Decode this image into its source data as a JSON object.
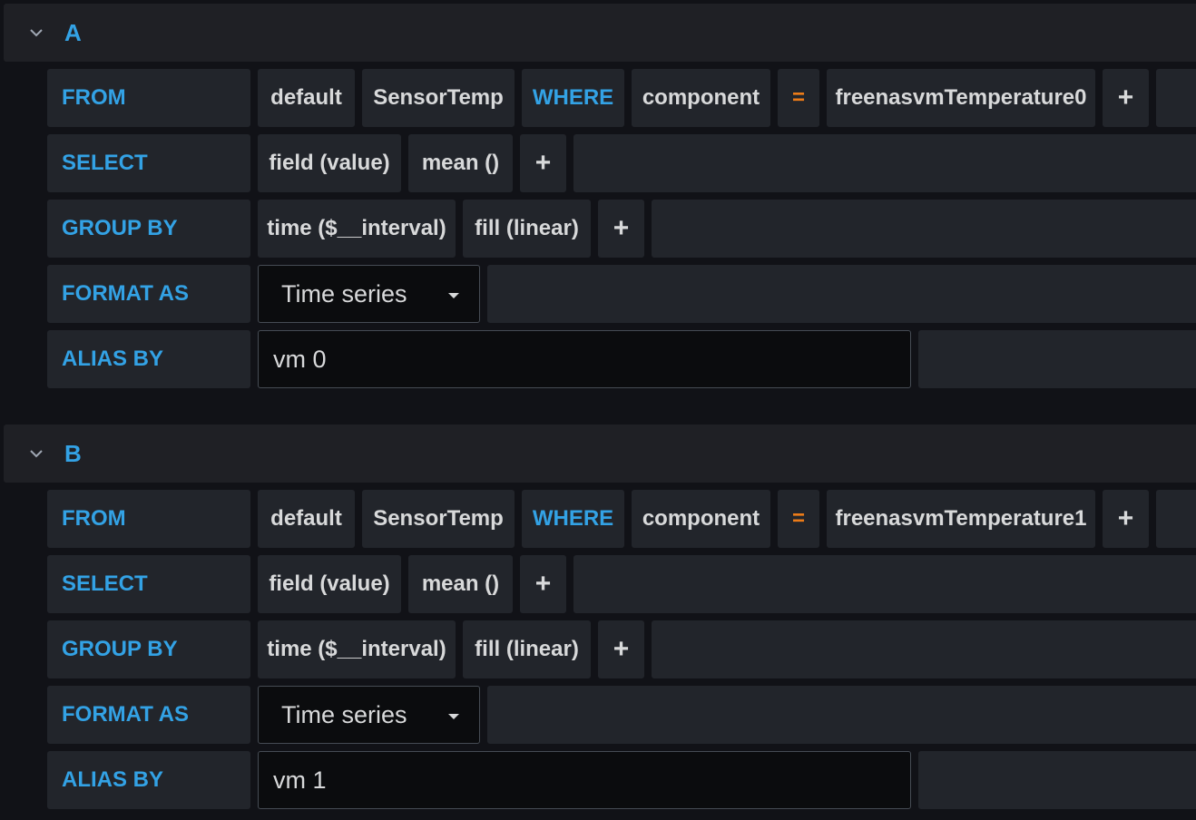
{
  "queries": [
    {
      "ref_id": "A",
      "rows": {
        "from": {
          "label": "FROM",
          "policy": "default",
          "measurement": "SensorTemp",
          "where": "WHERE",
          "tag_key": "component",
          "operator": "=",
          "tag_value": "freenasvmTemperature0",
          "add": "+"
        },
        "select": {
          "label": "SELECT",
          "field": "field (value)",
          "func": "mean ()",
          "add": "+"
        },
        "group_by": {
          "label": "GROUP BY",
          "time": "time ($__interval)",
          "fill": "fill (linear)",
          "add": "+"
        },
        "format_as": {
          "label": "FORMAT AS",
          "value": "Time series"
        },
        "alias_by": {
          "label": "ALIAS BY",
          "value": "vm 0"
        }
      }
    },
    {
      "ref_id": "B",
      "rows": {
        "from": {
          "label": "FROM",
          "policy": "default",
          "measurement": "SensorTemp",
          "where": "WHERE",
          "tag_key": "component",
          "operator": "=",
          "tag_value": "freenasvmTemperature1",
          "add": "+"
        },
        "select": {
          "label": "SELECT",
          "field": "field (value)",
          "func": "mean ()",
          "add": "+"
        },
        "group_by": {
          "label": "GROUP BY",
          "time": "time ($__interval)",
          "fill": "fill (linear)",
          "add": "+"
        },
        "format_as": {
          "label": "FORMAT AS",
          "value": "Time series"
        },
        "alias_by": {
          "label": "ALIAS BY",
          "value": "vm 1"
        }
      }
    }
  ],
  "colors": {
    "background": "#111217",
    "segment": "#22252b",
    "keyword": "#33a2e5",
    "operator": "#eb7b18",
    "text": "#d8d9da",
    "input_bg": "#0b0c0e"
  },
  "icons": {
    "collapse": "chevron-down-icon",
    "dropdown": "caret-down-icon"
  }
}
